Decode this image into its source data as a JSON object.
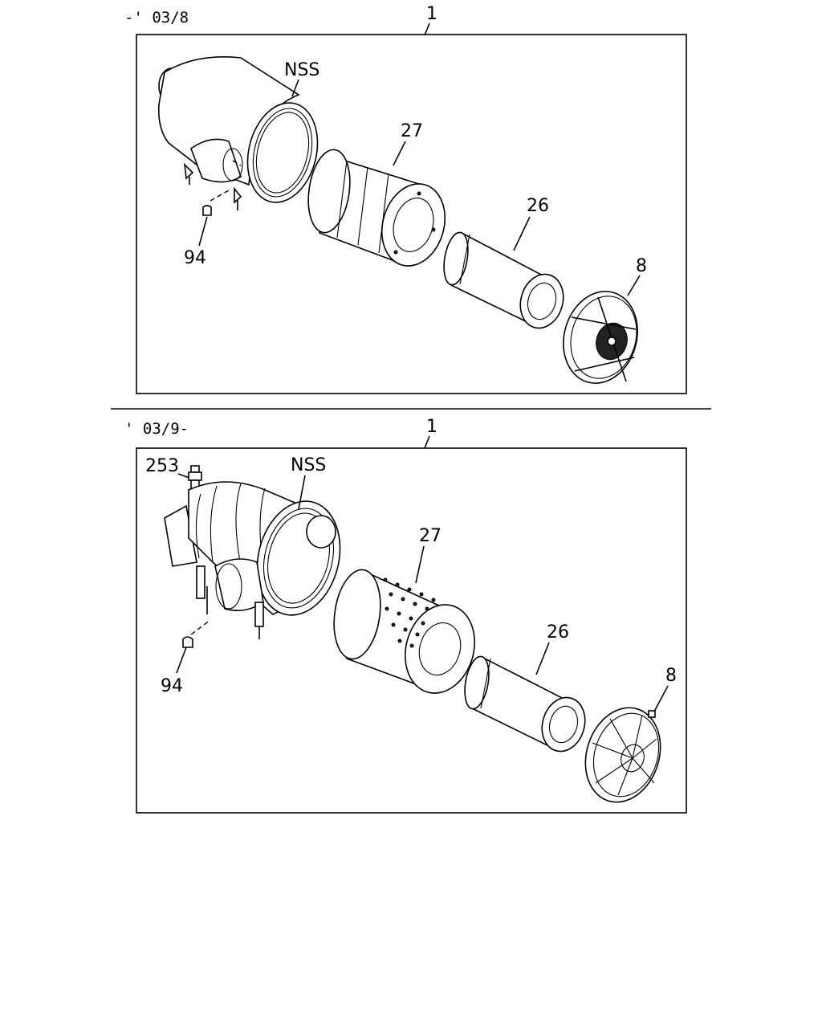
{
  "panels": [
    {
      "range_label": "-' 03/8",
      "assembly_ref": "1",
      "callouts": {
        "housing": "NSS",
        "outer_element": "27",
        "inner_element": "26",
        "cover": "8",
        "valve": "94"
      }
    },
    {
      "range_label": "' 03/9-",
      "assembly_ref": "1",
      "callouts": {
        "indicator": "253",
        "housing": "NSS",
        "outer_element": "27",
        "inner_element": "26",
        "cover": "8",
        "valve": "94"
      }
    }
  ]
}
